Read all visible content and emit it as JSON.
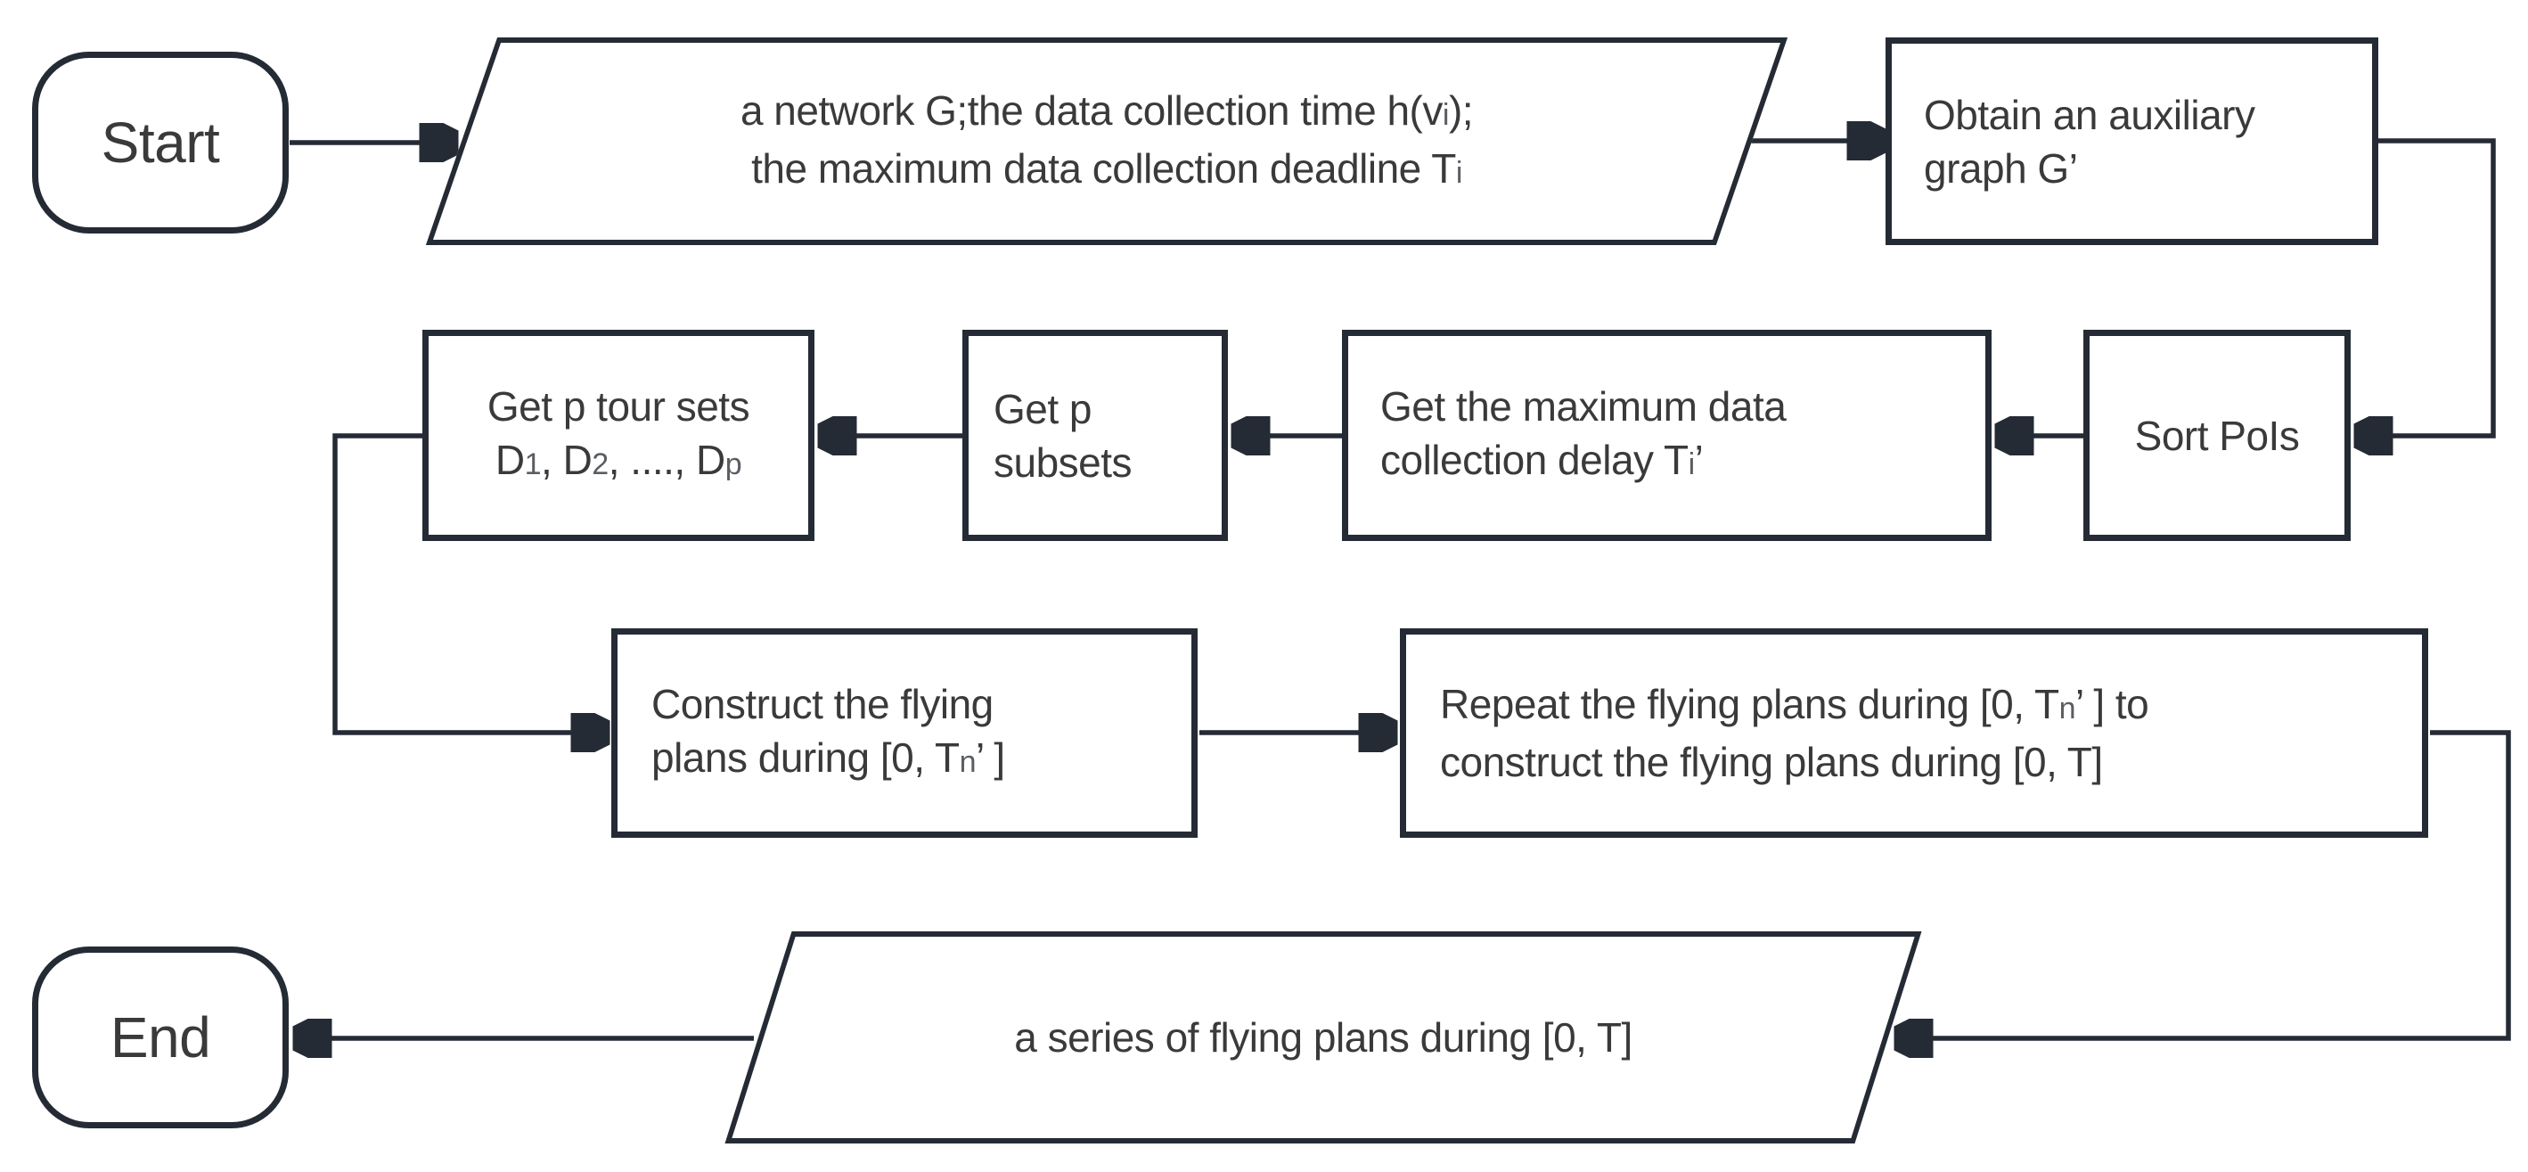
{
  "diagram": {
    "background": "#ffffff",
    "stroke_color": "#252b35",
    "text_color": "#3a3a3a",
    "subscript_color": "#5a5e63",
    "nodes": {
      "start": {
        "shape": "terminator",
        "label": "Start"
      },
      "input_data": {
        "shape": "parallelogram",
        "role": "input",
        "lines": [
          [
            {
              "t": "a network G;the data collection time h(v"
            },
            {
              "t": "i",
              "sub": true
            },
            {
              "t": ");"
            }
          ],
          [
            {
              "t": "the maximum data collection deadline T"
            },
            {
              "t": "i",
              "sub": true
            }
          ]
        ]
      },
      "obtain_aux_graph": {
        "shape": "process",
        "lines": [
          [
            {
              "t": "Obtain an auxiliary"
            }
          ],
          [
            {
              "t": "graph G’"
            }
          ]
        ]
      },
      "sort_pois": {
        "shape": "process",
        "lines": [
          [
            {
              "t": "Sort PoIs"
            }
          ]
        ]
      },
      "get_max_delay": {
        "shape": "process",
        "lines": [
          [
            {
              "t": "Get the maximum data"
            }
          ],
          [
            {
              "t": "collection delay T"
            },
            {
              "t": "i",
              "sub": true
            },
            {
              "t": "’"
            }
          ]
        ]
      },
      "get_p_subsets": {
        "shape": "process",
        "lines": [
          [
            {
              "t": "Get p"
            }
          ],
          [
            {
              "t": "subsets"
            }
          ]
        ]
      },
      "get_p_tour_sets": {
        "shape": "process",
        "lines": [
          [
            {
              "t": "Get p tour sets"
            }
          ],
          [
            {
              "t": "D"
            },
            {
              "t": "1",
              "sub": true
            },
            {
              "t": ", D"
            },
            {
              "t": "2",
              "sub": true
            },
            {
              "t": ", ...., D"
            },
            {
              "t": "p",
              "sub": true
            }
          ]
        ]
      },
      "construct_plans": {
        "shape": "process",
        "lines": [
          [
            {
              "t": "Construct the flying"
            }
          ],
          [
            {
              "t": "plans during [0, T"
            },
            {
              "t": "n",
              "sub": true
            },
            {
              "t": "’ ]"
            }
          ]
        ]
      },
      "repeat_plans": {
        "shape": "process",
        "lines": [
          [
            {
              "t": "Repeat the flying plans during [0, T"
            },
            {
              "t": "n",
              "sub": true
            },
            {
              "t": "’ ] to"
            }
          ],
          [
            {
              "t": "construct the flying plans during [0, T]"
            }
          ]
        ]
      },
      "output_plans": {
        "shape": "parallelogram",
        "role": "output",
        "lines": [
          [
            {
              "t": "a series of flying plans during [0, T]"
            }
          ]
        ]
      },
      "end": {
        "shape": "terminator",
        "label": "End"
      }
    },
    "edges": [
      {
        "from": "start",
        "to": "input_data"
      },
      {
        "from": "input_data",
        "to": "obtain_aux_graph"
      },
      {
        "from": "obtain_aux_graph",
        "to": "sort_pois"
      },
      {
        "from": "sort_pois",
        "to": "get_max_delay"
      },
      {
        "from": "get_max_delay",
        "to": "get_p_subsets"
      },
      {
        "from": "get_p_subsets",
        "to": "get_p_tour_sets"
      },
      {
        "from": "get_p_tour_sets",
        "to": "construct_plans"
      },
      {
        "from": "construct_plans",
        "to": "repeat_plans"
      },
      {
        "from": "repeat_plans",
        "to": "output_plans"
      },
      {
        "from": "output_plans",
        "to": "end"
      }
    ]
  }
}
